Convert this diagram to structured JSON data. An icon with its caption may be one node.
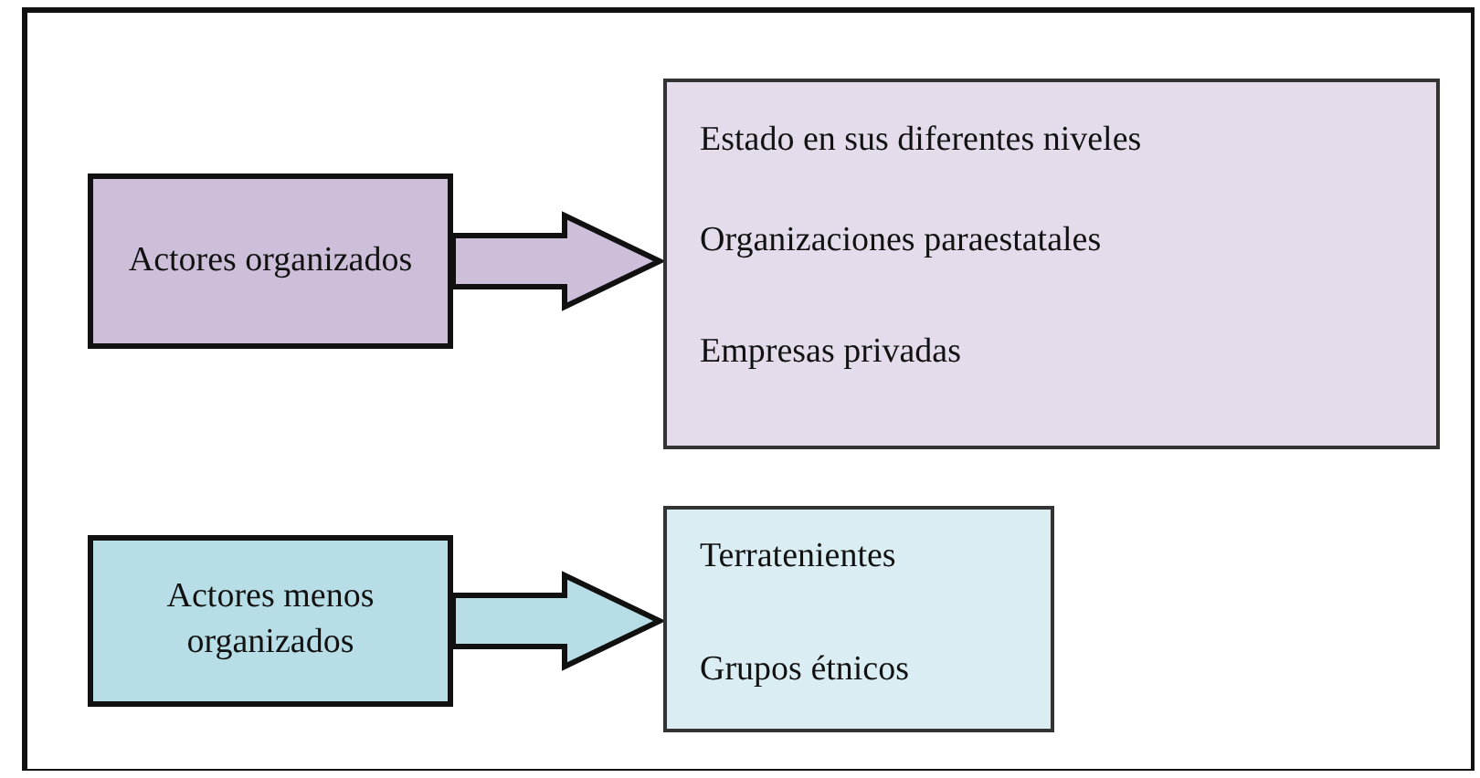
{
  "diagram": {
    "nodes": [
      {
        "text": [
          "Actores organizados"
        ]
      },
      {
        "text": [
          "Estado en sus diferentes niveles",
          "Organizaciones paraestatales",
          "Empresas privadas"
        ]
      },
      {
        "text": [
          "Actores menos organizados"
        ]
      },
      {
        "text": [
          "Terratenientes",
          "Grupos étnicos"
        ]
      }
    ],
    "edges": [
      {
        "from": 0,
        "to": 1,
        "arrow": "to"
      },
      {
        "from": 2,
        "to": 3,
        "arrow": "to"
      }
    ]
  }
}
